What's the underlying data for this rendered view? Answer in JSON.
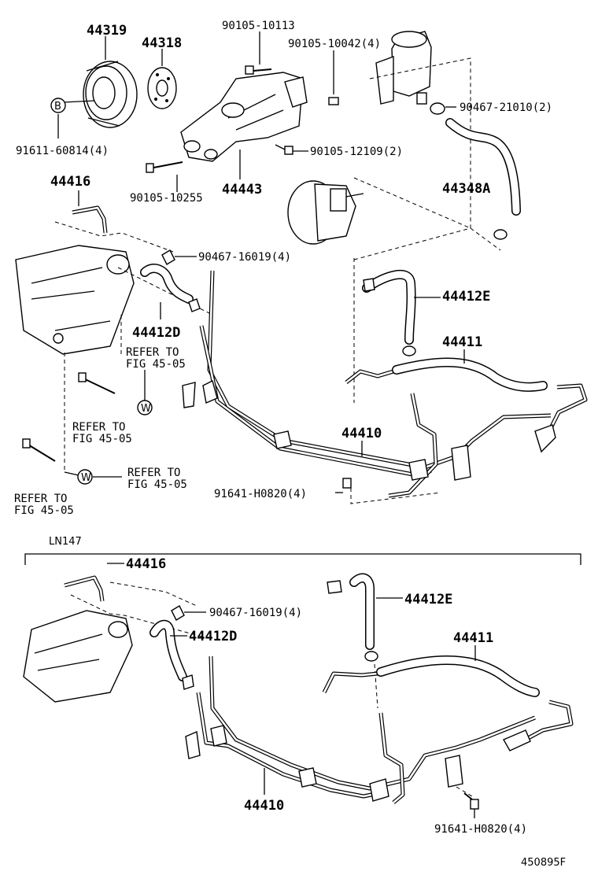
{
  "top": {
    "part_44319": "44319",
    "part_44318": "44318",
    "part_91611": "91611-60814(4)",
    "part_90105a": "90105-10113",
    "part_90105b": "90105-10042(4)",
    "part_90467a": "90467-21010(2)",
    "part_90105c": "90105-12109(2)",
    "part_90105d": "90105-10255",
    "part_44443": "44443",
    "part_44348A": "44348A",
    "part_44416": "44416",
    "part_90467b": "90467-16019(4)",
    "part_44412E": "44412E",
    "part_44412D": "44412D",
    "part_44411": "44411",
    "part_44410": "44410",
    "part_91641": "91641-H0820(4)",
    "refer1_a": "REFER TO",
    "refer1_b": "FIG 45-05",
    "refer2_a": "REFER TO",
    "refer2_b": "FIG 45-05",
    "refer3_a": "REFER TO",
    "refer3_b": "FIG 45-05",
    "refer4_a": "REFER TO",
    "refer4_b": "FIG 45-05",
    "marker_b": "B",
    "marker_w1": "W",
    "marker_w2": "W"
  },
  "bottom": {
    "section_label": "LN147",
    "part_44416": "44416",
    "part_90467": "90467-16019(4)",
    "part_44412E": "44412E",
    "part_44412D": "44412D",
    "part_44411": "44411",
    "part_44410": "44410",
    "part_91641": "91641-H0820(4)"
  },
  "figure_id": "450895F"
}
